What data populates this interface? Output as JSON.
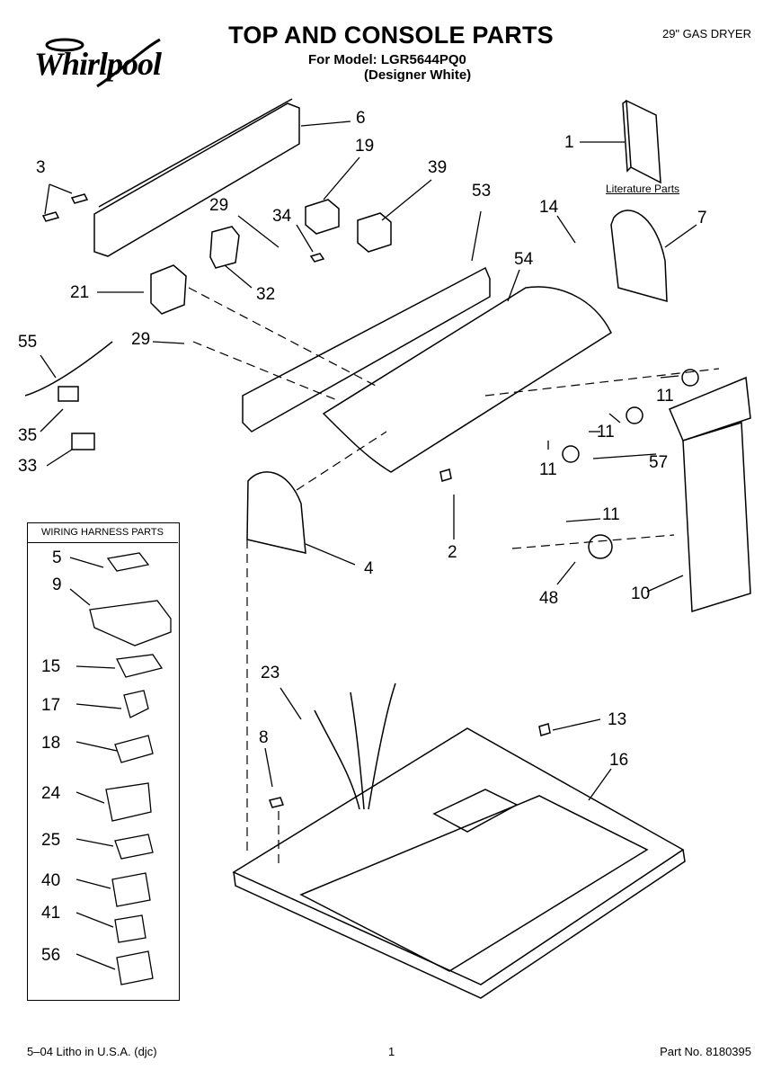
{
  "header": {
    "brand": "Whirlpool",
    "title": "TOP AND CONSOLE PARTS",
    "model_line": "For Model: LGR5644PQ0",
    "variant_line": "(Designer White)",
    "product": "29\" GAS DRYER"
  },
  "literature_label": "Literature Parts",
  "harness_box_title": "WIRING HARNESS PARTS",
  "callouts": {
    "c1": "1",
    "c2": "2",
    "c3": "3",
    "c4": "4",
    "c5": "5",
    "c6": "6",
    "c7": "7",
    "c8": "8",
    "c9": "9",
    "c10": "10",
    "c11a": "11",
    "c11b": "11",
    "c11c": "11",
    "c11d": "11",
    "c13": "13",
    "c14": "14",
    "c15": "15",
    "c16": "16",
    "c17": "17",
    "c18": "18",
    "c19": "19",
    "c21": "21",
    "c23": "23",
    "c24": "24",
    "c25": "25",
    "c29a": "29",
    "c29b": "29",
    "c32": "32",
    "c33": "33",
    "c34": "34",
    "c35": "35",
    "c39": "39",
    "c40": "40",
    "c41": "41",
    "c48": "48",
    "c53": "53",
    "c54": "54",
    "c55": "55",
    "c56": "56",
    "c57": "57"
  },
  "footer": {
    "litho": "5–04 Litho in U.S.A. (djc)",
    "page": "1",
    "part_no": "Part No. 8180395"
  }
}
